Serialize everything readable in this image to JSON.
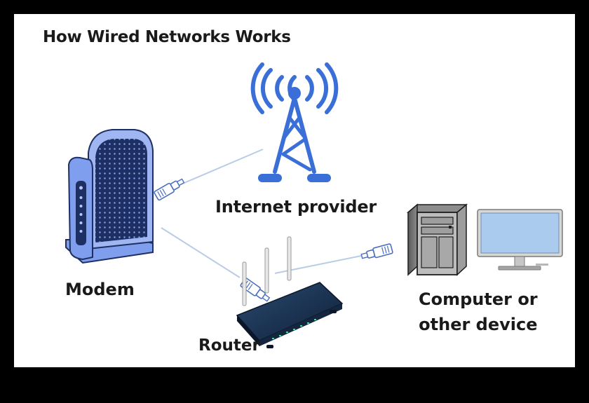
{
  "title": "How Wired Networks Works",
  "nodes": {
    "provider": {
      "label": "Internet provider",
      "icon": "cell-tower-icon"
    },
    "modem": {
      "label": "Modem",
      "icon": "modem-icon"
    },
    "router": {
      "label": "Router",
      "icon": "router-icon"
    },
    "computer": {
      "label_line1": "Computer or",
      "label_line2": "other device",
      "icon": "desktop-computer-icon"
    }
  },
  "connections": [
    {
      "from": "modem",
      "to": "provider",
      "connector": "ethernet-plug-icon"
    },
    {
      "from": "modem",
      "to": "router",
      "connector": "ethernet-plug-icon"
    },
    {
      "from": "router",
      "to": "computer",
      "connector": "ethernet-plug-icon"
    }
  ],
  "colors": {
    "frame": "#000000",
    "background": "#ffffff",
    "accent_blue": "#3a6fd8",
    "device_light_blue": "#7f9fee",
    "router_navy": "#1c3454",
    "cable": "#b9cbe6",
    "text": "#1a1a1a"
  }
}
